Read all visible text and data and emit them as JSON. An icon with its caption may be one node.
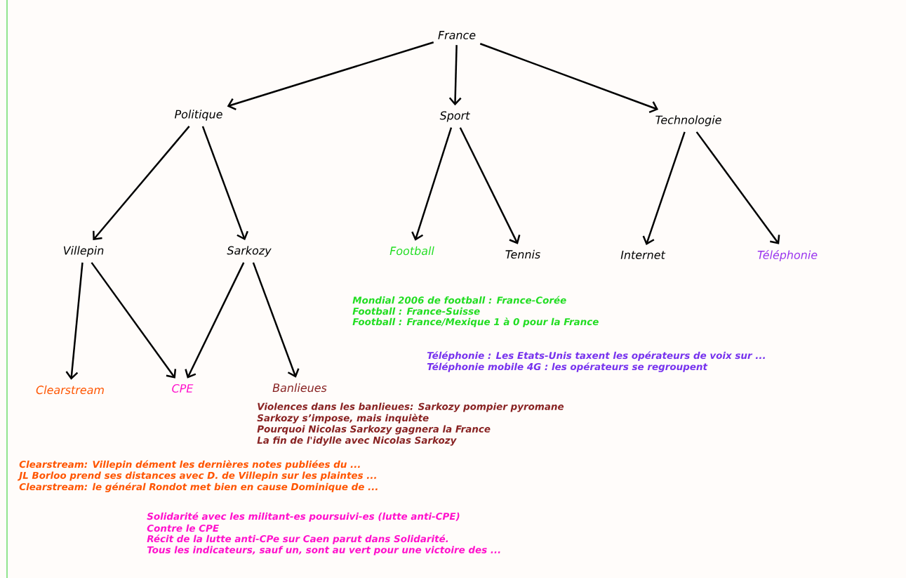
{
  "diagram": {
    "nodes": [
      {
        "text": [
          "France"
        ]
      },
      {
        "text": [
          "Politique"
        ]
      },
      {
        "text": [
          "Sport"
        ]
      },
      {
        "text": [
          "Technologie"
        ]
      },
      {
        "text": [
          "Villepin"
        ]
      },
      {
        "text": [
          "Sarkozy"
        ]
      },
      {
        "text": [
          "Football"
        ],
        "beside": [
          "Mondial 2006 de football : France-Corée",
          "Football : France-Suisse",
          "Football : France/Mexique 1 à 0 pour la France"
        ]
      },
      {
        "text": [
          "Tennis"
        ]
      },
      {
        "text": [
          "Internet"
        ]
      },
      {
        "text": [
          "Téléphonie"
        ],
        "beside": [
          "Téléphonie : Les Etats-Unis taxent les opérateurs de voix sur ...",
          "Téléphonie mobile 4G : les opérateurs se regroupent"
        ]
      },
      {
        "text": [
          "Clearstream"
        ],
        "beside": [
          "Clearstream: Villepin dément les dernières notes publiées du ...",
          "JL Borloo prend ses distances avec D. de Villepin sur les plaintes ...",
          "Clearstream: le général Rondot met bien en cause Dominique de ..."
        ]
      },
      {
        "text": [
          "CPE"
        ],
        "beside": [
          "Solidarité avec les militant-es poursuivi-es (lutte anti-CPE)",
          "Contre le CPE",
          "Récit de la lutte anti-CPe sur Caen parut dans Solidarité.",
          "Tous les indicateurs, sauf un, sont au vert pour une victoire des ..."
        ]
      },
      {
        "text": [
          "Banlieues"
        ],
        "beside": [
          "Violences dans les banlieues: Sarkozy pompier pyromane",
          "Sarkozy s’impose, mais inquiète",
          "Pourquoi Nicolas Sarkozy gagnera la France",
          "La fin de l'idylle avec Nicolas Sarkozy"
        ]
      }
    ],
    "edges": [
      {
        "from": 0,
        "to": 1,
        "arrow": "to"
      },
      {
        "from": 0,
        "to": 2,
        "arrow": "to"
      },
      {
        "from": 0,
        "to": 3,
        "arrow": "to"
      },
      {
        "from": 1,
        "to": 4,
        "arrow": "to"
      },
      {
        "from": 1,
        "to": 5,
        "arrow": "to"
      },
      {
        "from": 2,
        "to": 6,
        "arrow": "to"
      },
      {
        "from": 2,
        "to": 7,
        "arrow": "to"
      },
      {
        "from": 3,
        "to": 8,
        "arrow": "to"
      },
      {
        "from": 3,
        "to": 9,
        "arrow": "to"
      },
      {
        "from": 4,
        "to": 10,
        "arrow": "to"
      },
      {
        "from": 4,
        "to": 11,
        "arrow": "to"
      },
      {
        "from": 5,
        "to": 11,
        "arrow": "to"
      },
      {
        "from": 5,
        "to": 12,
        "arrow": "to"
      }
    ]
  }
}
